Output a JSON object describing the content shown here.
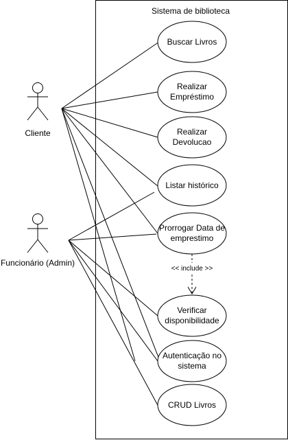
{
  "system": {
    "title": "Sistema de biblioteca"
  },
  "actors": {
    "cliente": {
      "label": "Cliente"
    },
    "funcionario": {
      "label": "Funcionário (Admin)"
    }
  },
  "use_cases": {
    "buscar": [
      "Buscar Livros"
    ],
    "emprestimo": [
      "Realizar",
      "Empréstimo"
    ],
    "devolucao": [
      "Realizar",
      "Devolucao"
    ],
    "historico": [
      "Listar histórico"
    ],
    "prorrogar": [
      "Prorrogar Data de",
      "emprestimo"
    ],
    "verificar": [
      "Verificar",
      "disponibilidade"
    ],
    "autenticacao": [
      "Autenticação no",
      "sistema"
    ],
    "crud": [
      "CRUD Livros"
    ]
  },
  "relations": {
    "include_label": "<< include >>"
  }
}
